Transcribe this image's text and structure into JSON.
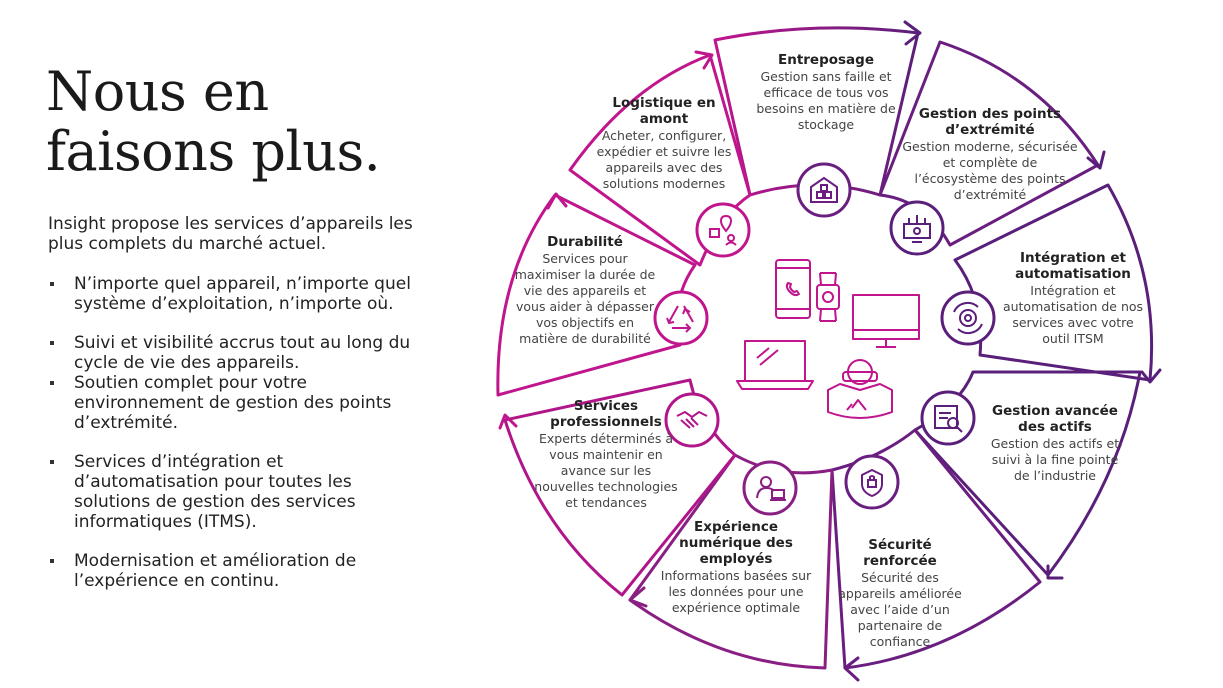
{
  "title_lines": [
    "Nous en",
    "faisons plus."
  ],
  "intro": "Insight propose les services d’appareils les plus complets du marché actuel.",
  "bullets": [
    "N’importe quel appareil, n’importe quel système d’exploitation, n’importe où.",
    "Suivi et visibilité accrus tout au long du cycle de vie des appareils.",
    "Soutien complet pour votre environnement de gestion des points d’extrémité.",
    "Services d’intégration et d’automatisation pour toutes les solutions de gestion des services informatiques (ITMS).",
    "Modernisation et amélioration de l’expérience en continu."
  ],
  "segments": {
    "entreposage": {
      "title": "Entreposage",
      "desc": "Gestion sans faille et efficace de tous vos besoins en matière de stockage",
      "icon": "warehouse-icon"
    },
    "gestion_points": {
      "title": "Gestion des points d’extrémité",
      "desc": "Gestion moderne, sécurisée et complète de l’écosystème des points d’extrémité",
      "icon": "endpoint-monitor-icon"
    },
    "integration": {
      "title": "Intégration et automatisation",
      "desc": "Intégration et automatisation de nos services avec votre outil ITSM",
      "icon": "gear-cycle-icon"
    },
    "gestion_actifs": {
      "title": "Gestion avancée des actifs",
      "desc": "Gestion des actifs et suivi à la fine pointe de l’industrie",
      "icon": "asset-search-icon"
    },
    "securite": {
      "title": "Sécurité renforcée",
      "desc": "Sécurité des appareils améliorée avec l’aide d’un partenaire de confiance",
      "icon": "security-chip-icon"
    },
    "experience": {
      "title": "Expérience numérique des employés",
      "desc": "Informations basées sur les données pour une expérience optimale",
      "icon": "employee-laptop-icon"
    },
    "services_pro": {
      "title": "Services professionnels",
      "desc": "Experts déterminés à vous maintenir en avance sur les nouvelles technologies et tendances",
      "icon": "handshake-icon"
    },
    "durabilite": {
      "title": "Durabilité",
      "desc": "Services pour maximiser la durée de vie des appareils et vous aider à dépasser vos objectifs en matière de durabilité",
      "icon": "recycle-icon"
    },
    "logistique": {
      "title": "Logistique en amont",
      "desc": "Acheter, configurer, expédier et suivre les appareils avec des solutions modernes",
      "icon": "logistics-icon"
    }
  },
  "center_icons": [
    "smartphone-icon",
    "smartwatch-icon",
    "monitor-icon",
    "laptop-icon",
    "vr-user-icon"
  ],
  "colors": {
    "magenta": "#c0158d",
    "purple": "#5a1f7a",
    "mid": "#8a1f83"
  }
}
